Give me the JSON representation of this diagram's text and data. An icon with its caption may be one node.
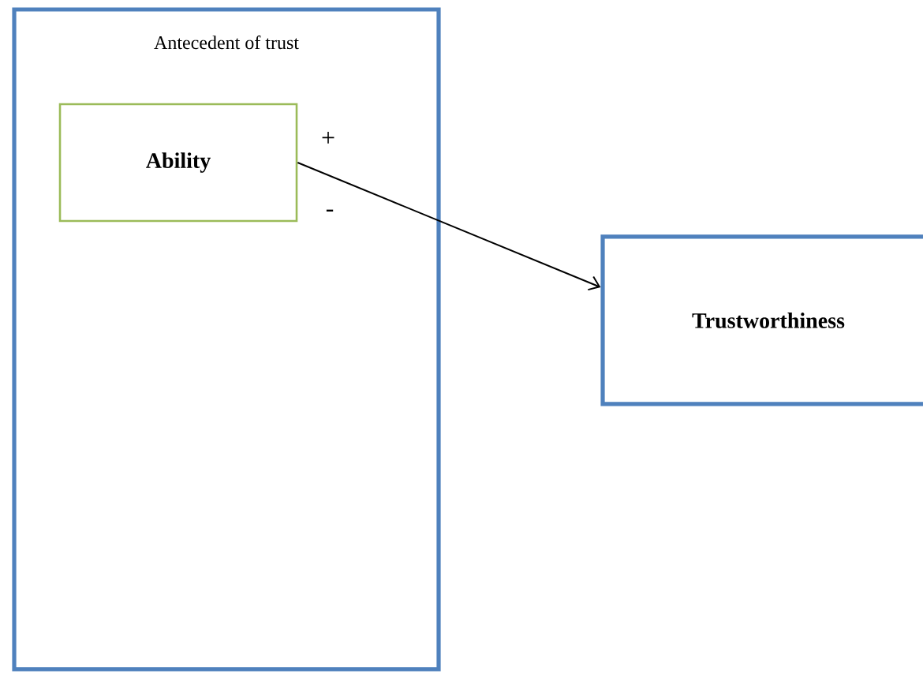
{
  "diagram": {
    "nodes": [
      {
        "text": [
          "Antecedent of trust"
        ]
      },
      {
        "text": [
          "Ability"
        ],
        "in": 0
      },
      {
        "text": [
          "Trustworthiness"
        ]
      }
    ],
    "edges": [
      {
        "from": 1,
        "to": 2,
        "arrow": "to"
      }
    ],
    "labels": [
      "+",
      "-"
    ]
  }
}
